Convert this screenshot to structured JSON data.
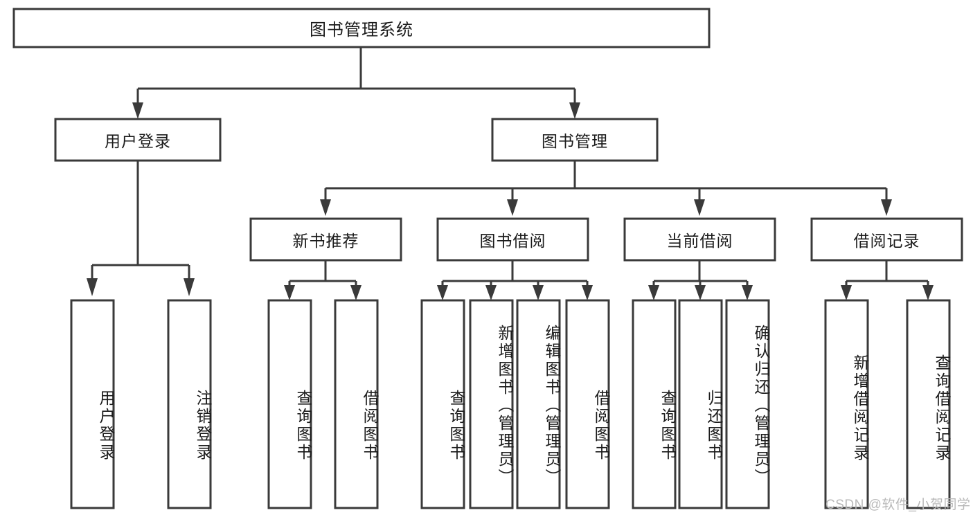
{
  "diagram": {
    "title_node": {
      "id": "root",
      "label": "图书管理系统"
    },
    "level2": [
      {
        "id": "user-login",
        "label": "用户登录"
      },
      {
        "id": "book-management",
        "label": "图书管理"
      }
    ],
    "level3": [
      {
        "id": "new-book-recommend",
        "label": "新书推荐"
      },
      {
        "id": "book-borrow",
        "label": "图书借阅"
      },
      {
        "id": "current-borrow",
        "label": "当前借阅"
      },
      {
        "id": "borrow-record",
        "label": "借阅记录"
      }
    ],
    "leaves": [
      {
        "id": "leaf-user-login",
        "label": "用户登录",
        "parent": "user-login"
      },
      {
        "id": "leaf-logout-login",
        "label": "注销登录",
        "parent": "user-login"
      },
      {
        "id": "leaf-query-book-1",
        "label": "查询图书",
        "parent": "new-book-recommend"
      },
      {
        "id": "leaf-borrow-book-1",
        "label": "借阅图书",
        "parent": "new-book-recommend"
      },
      {
        "id": "leaf-query-book-2",
        "label": "查询图书",
        "parent": "book-borrow"
      },
      {
        "id": "leaf-add-book",
        "label": "新增图书（管理员）",
        "parent": "book-borrow"
      },
      {
        "id": "leaf-edit-book",
        "label": "编辑图书（管理员）",
        "parent": "book-borrow"
      },
      {
        "id": "leaf-borrow-book-2",
        "label": "借阅图书",
        "parent": "book-borrow"
      },
      {
        "id": "leaf-query-book-3",
        "label": "查询图书",
        "parent": "current-borrow"
      },
      {
        "id": "leaf-return-book",
        "label": "归还图书",
        "parent": "current-borrow"
      },
      {
        "id": "leaf-confirm-return",
        "label": "确认归还（管理员）",
        "parent": "current-borrow"
      },
      {
        "id": "leaf-add-record",
        "label": "新增借阅记录",
        "parent": "borrow-record"
      },
      {
        "id": "leaf-query-record",
        "label": "查询借阅记录",
        "parent": "borrow-record"
      }
    ],
    "watermark": "CSDN @软件_小贺同学",
    "colors": {
      "box_stroke": "#3a3a3a",
      "box_fill": "#ffffff",
      "text": "#1b1b1b",
      "background": "#ffffff",
      "watermark": "#b9b9b9"
    }
  }
}
